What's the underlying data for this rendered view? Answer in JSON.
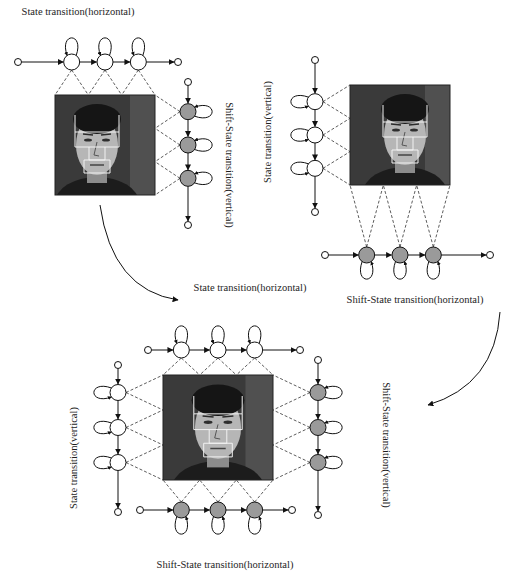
{
  "diagram": {
    "labels": [
      "State transition(horizontal)",
      "Shift-State transition(vertical)",
      "State transition(vertical)",
      "Shift-State transition(horizontal)",
      "State transition(horizontal)",
      "State transition(vertical)",
      "Shift-State transition(vertical)",
      "Shift-State transition(horizontal)"
    ]
  }
}
